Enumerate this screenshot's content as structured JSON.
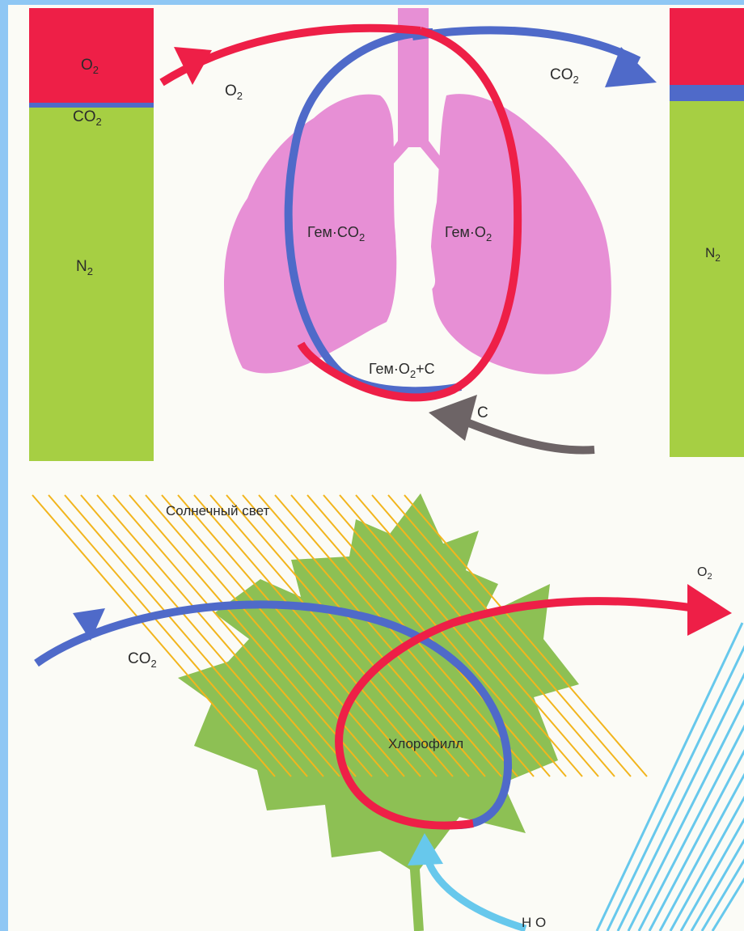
{
  "colors": {
    "oxygen": "#ee1f47",
    "carbon_dioxide": "#4f6ac9",
    "nitrogen": "#a6cf43",
    "lungs": "#e78fd5",
    "leaf": "#8dc054",
    "sunlight": "#f2b51d",
    "water": "#67c8ec",
    "carbon": "#6d6466"
  },
  "labels": {
    "left_o2": "O",
    "left_co2": "CO",
    "left_n2": "N",
    "arrow_o2": "O",
    "arrow_co2": "CO",
    "heme_co2": "Гем·CO",
    "heme_o2": "Гем·O",
    "heme_o2_c_a": "Гем·O",
    "heme_o2_c_b": "+C",
    "carbon_c": "C",
    "right_n2": "N",
    "sunlight": "Солнечный свет",
    "leaf_co2": "CO",
    "chlorophyll": "Хлорофилл",
    "leaf_o2": "O",
    "water": "H O",
    "subscript_2": "2"
  }
}
